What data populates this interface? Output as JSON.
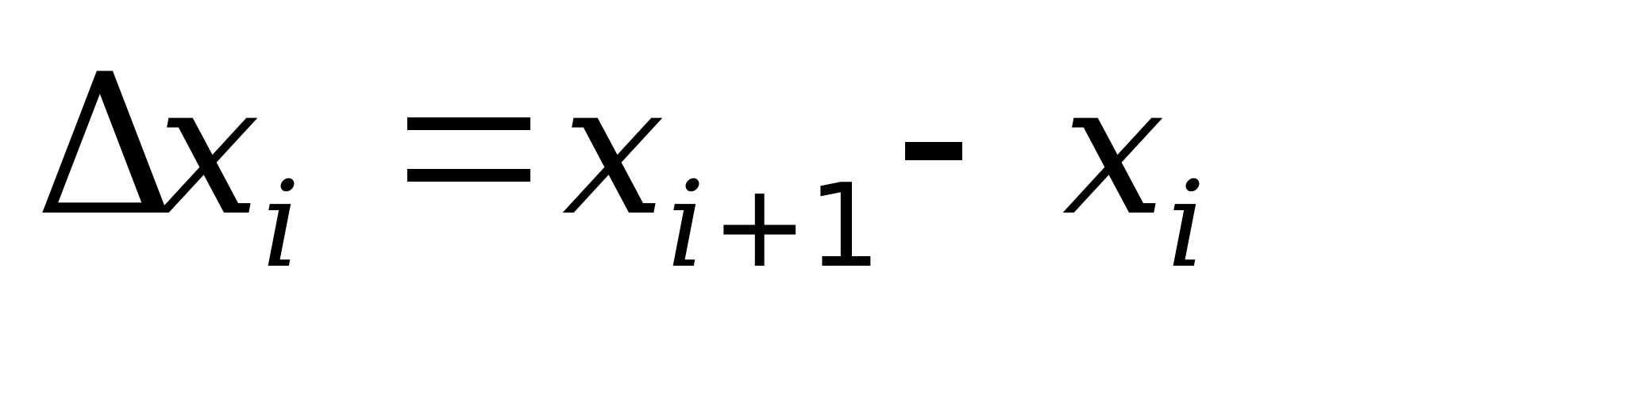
{
  "equation": {
    "lhs": {
      "delta": "Δ",
      "var": "x",
      "sub": "i"
    },
    "equals": "=",
    "term1": {
      "var": "x",
      "sub_index": "i",
      "sub_plus": "+1"
    },
    "minus": "-",
    "term2": {
      "var": "x",
      "sub": "i"
    }
  }
}
